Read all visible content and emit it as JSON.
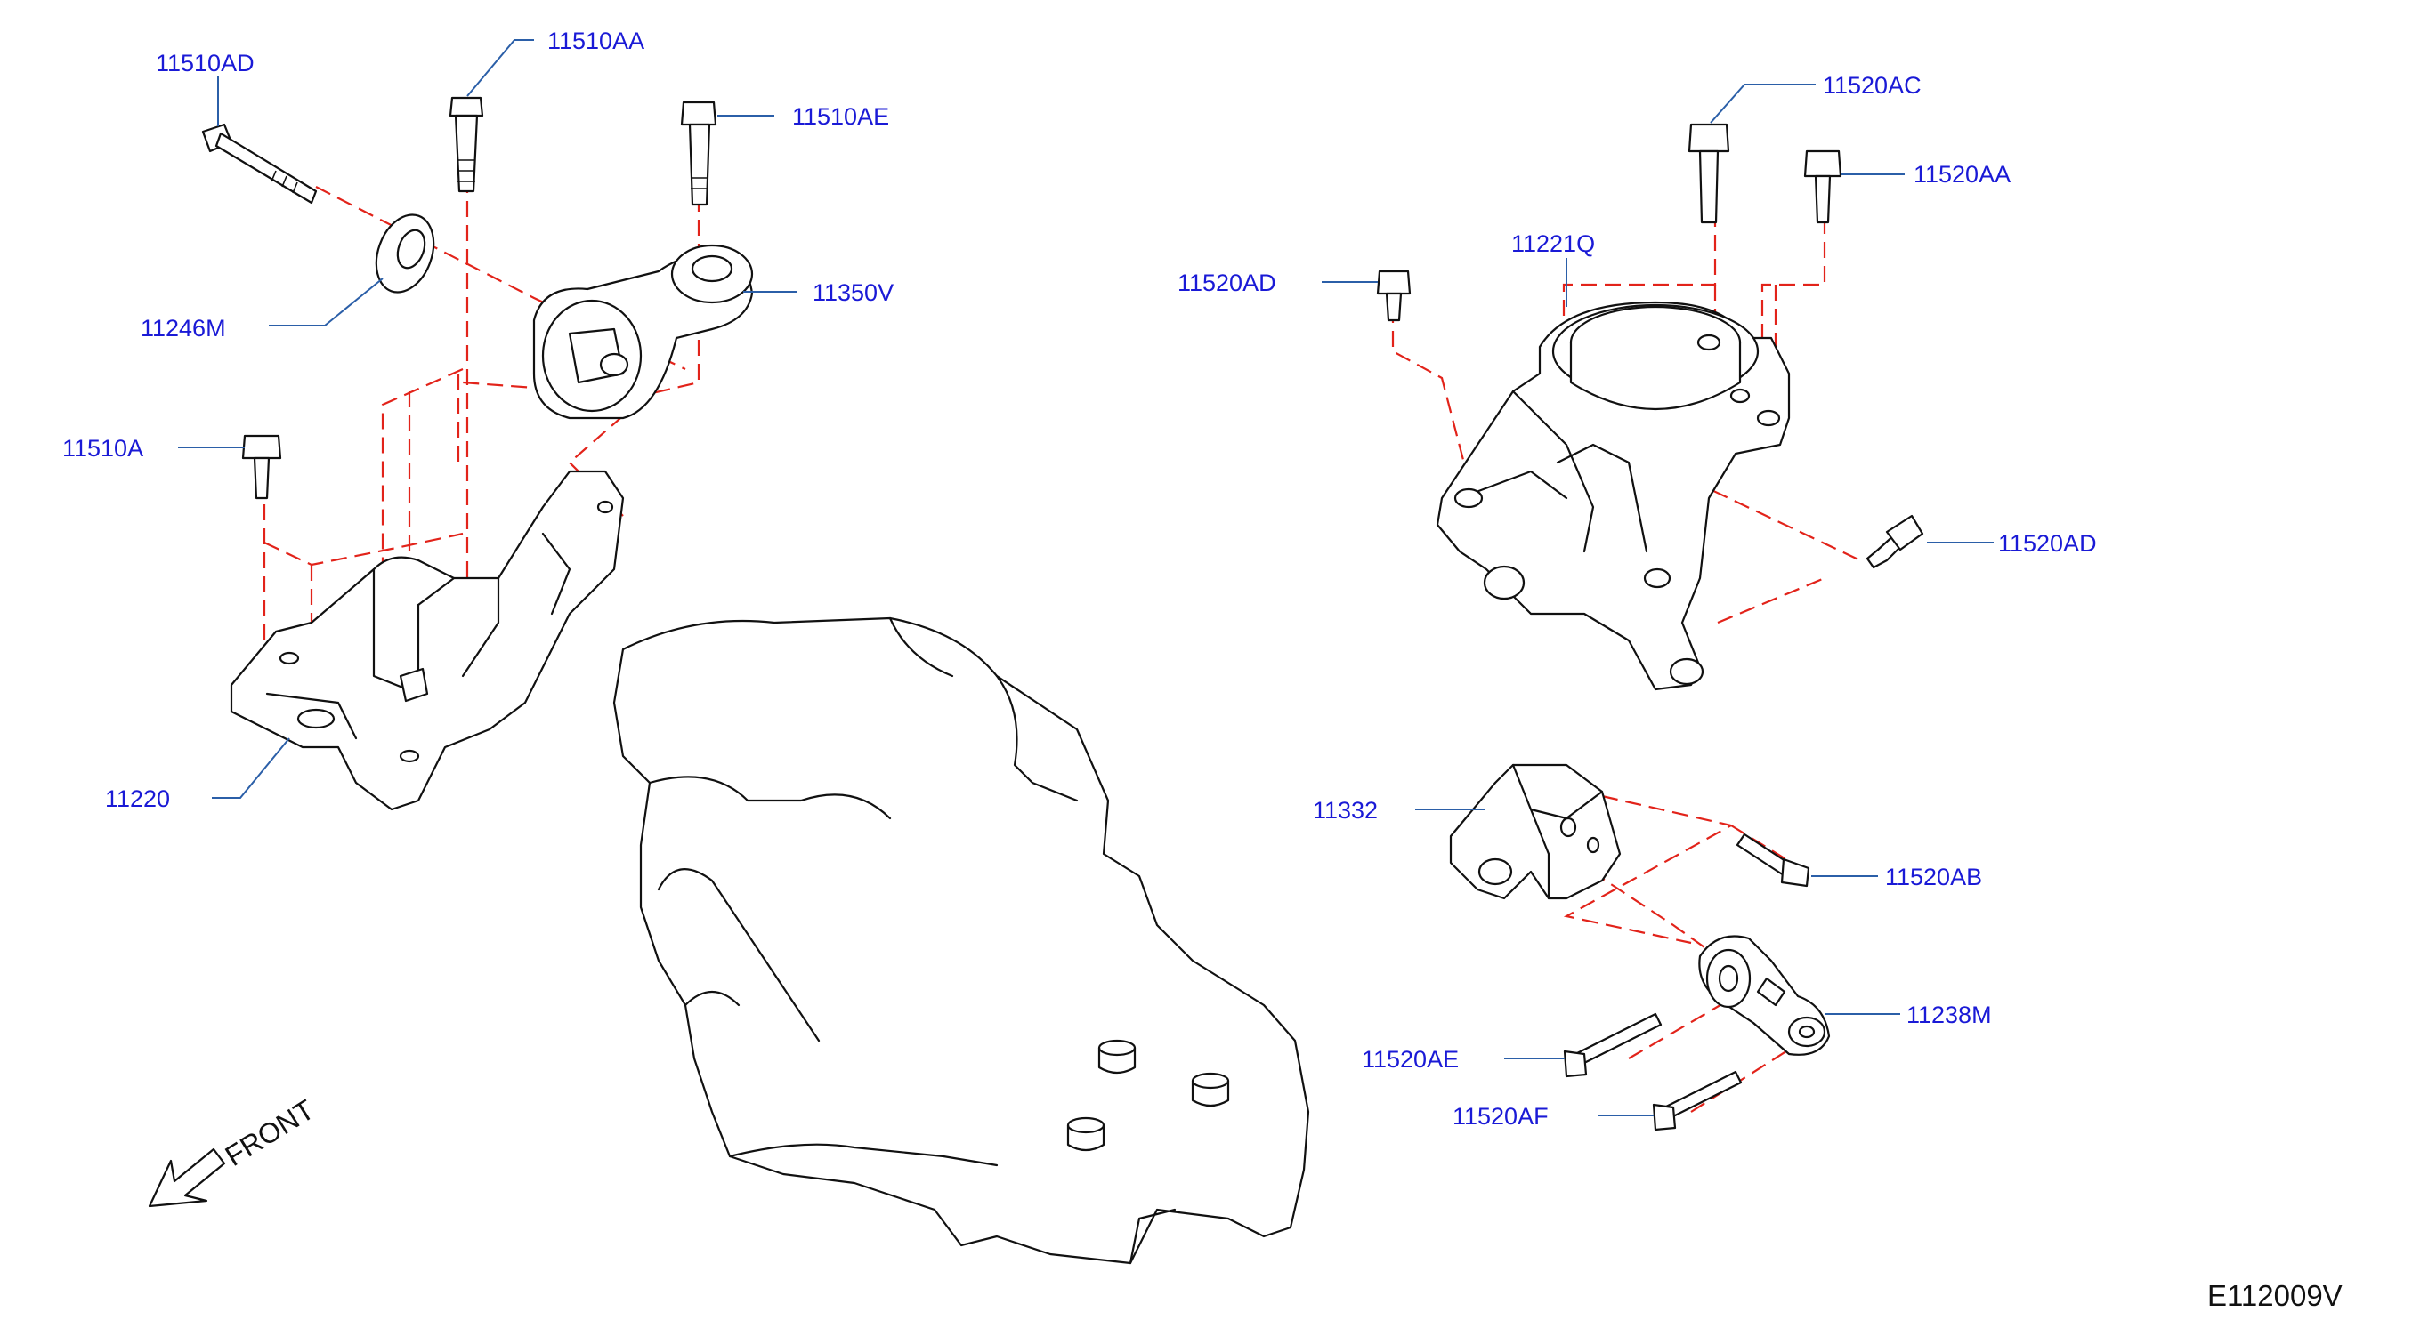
{
  "colors": {
    "label_text": "#1a1ad6",
    "leader_line": "#2b5fa8",
    "assembly_dash": "#e2231a",
    "linework": "#111111",
    "background": "#ffffff"
  },
  "labels": {
    "p11510AD": "11510AD",
    "p11510AA": "11510AA",
    "p11510AE": "11510AE",
    "p11246M": "11246M",
    "p11350V": "11350V",
    "p11510A": "11510A",
    "p11220": "11220",
    "p11520AC": "11520AC",
    "p11520AA": "11520AA",
    "p11221Q": "11221Q",
    "p11520AD_top": "11520AD",
    "p11520AD_right": "11520AD",
    "p11332": "11332",
    "p11520AB": "11520AB",
    "p11238M": "11238M",
    "p11520AE": "11520AE",
    "p11520AF": "11520AF"
  },
  "front_label": "FRONT",
  "reference_code": "E112009V"
}
